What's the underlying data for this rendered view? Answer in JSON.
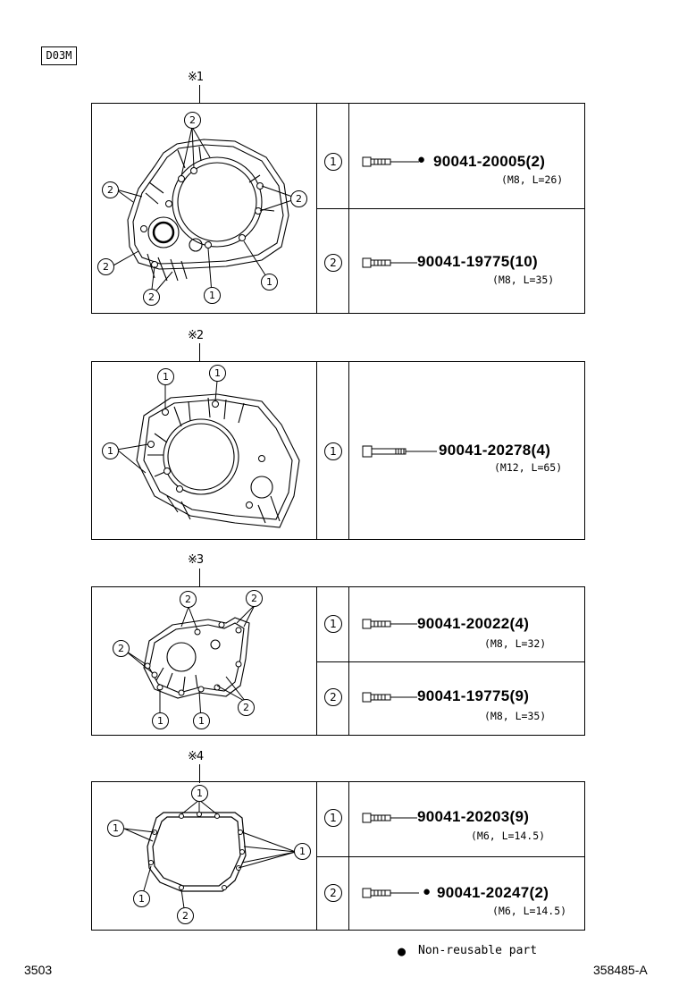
{
  "header": {
    "code": "D03M"
  },
  "panels": [
    {
      "marker": "※1",
      "rows": [
        {
          "num": "1",
          "part": "90041-20005(2)",
          "nonreusable": true,
          "spec": "(M8, L=26)"
        },
        {
          "num": "2",
          "part": "90041-19775(10)",
          "nonreusable": false,
          "spec": "(M8, L=35)"
        }
      ],
      "callouts": [
        "2",
        "2",
        "2",
        "2",
        "2",
        "1",
        "1"
      ]
    },
    {
      "marker": "※2",
      "rows": [
        {
          "num": "1",
          "part": "90041-20278(4)",
          "nonreusable": false,
          "spec": "(M12, L=65)"
        }
      ],
      "callouts": [
        "1",
        "1",
        "1"
      ]
    },
    {
      "marker": "※3",
      "rows": [
        {
          "num": "1",
          "part": "90041-20022(4)",
          "nonreusable": false,
          "spec": "(M8, L=32)"
        },
        {
          "num": "2",
          "part": "90041-19775(9)",
          "nonreusable": false,
          "spec": "(M8, L=35)"
        }
      ],
      "callouts": [
        "2",
        "2",
        "2",
        "2",
        "1",
        "1"
      ]
    },
    {
      "marker": "※4",
      "rows": [
        {
          "num": "1",
          "part": "90041-20203(9)",
          "nonreusable": false,
          "spec": "(M6, L=14.5)"
        },
        {
          "num": "2",
          "part": "90041-20247(2)",
          "nonreusable": true,
          "spec": "(M6, L=14.5)"
        }
      ],
      "callouts": [
        "1",
        "1",
        "1",
        "1",
        "2"
      ]
    }
  ],
  "legend": {
    "symbol": "●",
    "text": "Non-reusable part"
  },
  "footer": {
    "page": "3503",
    "ref": "358485-A"
  }
}
